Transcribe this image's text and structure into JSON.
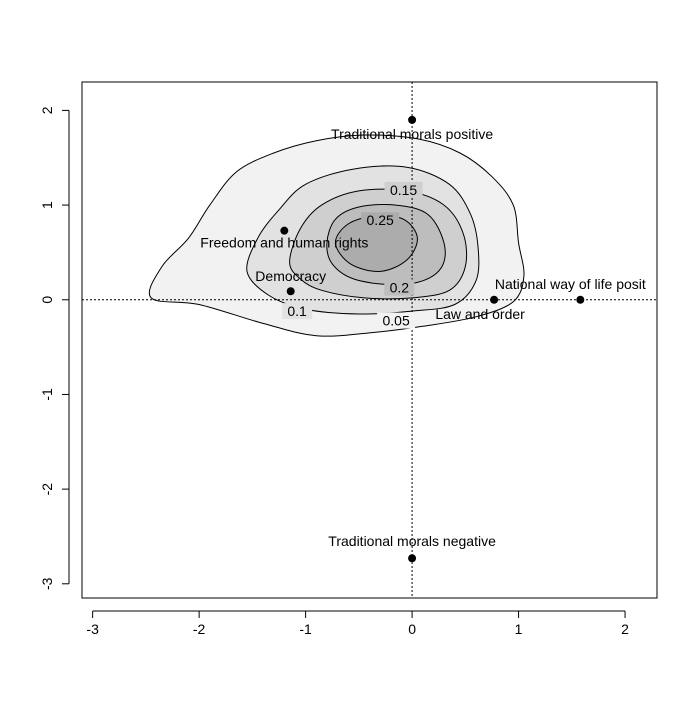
{
  "chart_data": {
    "type": "scatter",
    "title": "",
    "xlabel": "",
    "ylabel": "",
    "xlim": [
      -3.1,
      2.3
    ],
    "ylim": [
      -3.15,
      2.3
    ],
    "x_ticks": [
      -3,
      -2,
      -1,
      0,
      1,
      2
    ],
    "y_ticks": [
      -3,
      -2,
      -1,
      0,
      1,
      2
    ],
    "reference_lines": {
      "x": 0,
      "y": 0,
      "style": "dotted"
    },
    "grid": false,
    "legend": "none",
    "points": [
      {
        "label": "Traditional morals positive",
        "x": 0.0,
        "y": 1.9
      },
      {
        "label": "Freedom and human rights",
        "x": -1.2,
        "y": 0.73
      },
      {
        "label": "Democracy",
        "x": -1.14,
        "y": 0.09
      },
      {
        "label": "National way of life posit",
        "x": 1.58,
        "y": 0.0
      },
      {
        "label": "Law and order",
        "x": 0.77,
        "y": 0.0
      },
      {
        "label": "Traditional morals negative",
        "x": 0.0,
        "y": -2.73
      }
    ],
    "contours": [
      {
        "level": 0.05,
        "label": "0.05",
        "fill": "#f2f2f2",
        "path": [
          [
            -2.45,
            0.02
          ],
          [
            -2.35,
            0.35
          ],
          [
            -2.1,
            0.65
          ],
          [
            -1.9,
            1.0
          ],
          [
            -1.65,
            1.35
          ],
          [
            -1.3,
            1.55
          ],
          [
            -0.9,
            1.68
          ],
          [
            -0.45,
            1.74
          ],
          [
            0.05,
            1.7
          ],
          [
            0.45,
            1.55
          ],
          [
            0.75,
            1.3
          ],
          [
            0.95,
            1.0
          ],
          [
            1.0,
            0.6
          ],
          [
            1.05,
            0.25
          ],
          [
            0.95,
            -0.02
          ],
          [
            0.6,
            -0.18
          ],
          [
            0.1,
            -0.28
          ],
          [
            -0.4,
            -0.35
          ],
          [
            -0.9,
            -0.38
          ],
          [
            -1.4,
            -0.25
          ],
          [
            -2.0,
            -0.05
          ]
        ]
      },
      {
        "level": 0.1,
        "label": "0.1",
        "fill": "#e2e2e2",
        "path": [
          [
            -1.55,
            0.3
          ],
          [
            -1.45,
            0.65
          ],
          [
            -1.25,
            0.95
          ],
          [
            -1.0,
            1.22
          ],
          [
            -0.55,
            1.38
          ],
          [
            -0.05,
            1.4
          ],
          [
            0.35,
            1.22
          ],
          [
            0.55,
            0.9
          ],
          [
            0.62,
            0.55
          ],
          [
            0.6,
            0.2
          ],
          [
            0.4,
            -0.05
          ],
          [
            0.0,
            -0.12
          ],
          [
            -0.5,
            -0.15
          ],
          [
            -1.0,
            -0.1
          ],
          [
            -1.35,
            0.05
          ]
        ]
      },
      {
        "level": 0.15,
        "label": "0.15",
        "fill": "#cfcfcf",
        "path": [
          [
            -1.15,
            0.4
          ],
          [
            -1.05,
            0.75
          ],
          [
            -0.85,
            1.0
          ],
          [
            -0.5,
            1.15
          ],
          [
            -0.05,
            1.15
          ],
          [
            0.3,
            1.0
          ],
          [
            0.48,
            0.7
          ],
          [
            0.5,
            0.35
          ],
          [
            0.35,
            0.1
          ],
          [
            0.0,
            0.02
          ],
          [
            -0.45,
            0.02
          ],
          [
            -0.85,
            0.1
          ],
          [
            -1.05,
            0.22
          ]
        ]
      },
      {
        "level": 0.2,
        "label": "0.2",
        "fill": "#bdbdbd",
        "path": [
          [
            -0.8,
            0.6
          ],
          [
            -0.72,
            0.85
          ],
          [
            -0.5,
            0.98
          ],
          [
            -0.15,
            1.0
          ],
          [
            0.15,
            0.9
          ],
          [
            0.3,
            0.6
          ],
          [
            0.28,
            0.35
          ],
          [
            0.1,
            0.2
          ],
          [
            -0.2,
            0.16
          ],
          [
            -0.55,
            0.22
          ],
          [
            -0.75,
            0.38
          ]
        ]
      },
      {
        "level": 0.25,
        "label": "0.25",
        "fill": "#acacac",
        "path": [
          [
            -0.72,
            0.6
          ],
          [
            -0.6,
            0.8
          ],
          [
            -0.35,
            0.88
          ],
          [
            -0.08,
            0.85
          ],
          [
            0.05,
            0.65
          ],
          [
            -0.05,
            0.42
          ],
          [
            -0.3,
            0.3
          ],
          [
            -0.58,
            0.38
          ]
        ]
      }
    ]
  }
}
